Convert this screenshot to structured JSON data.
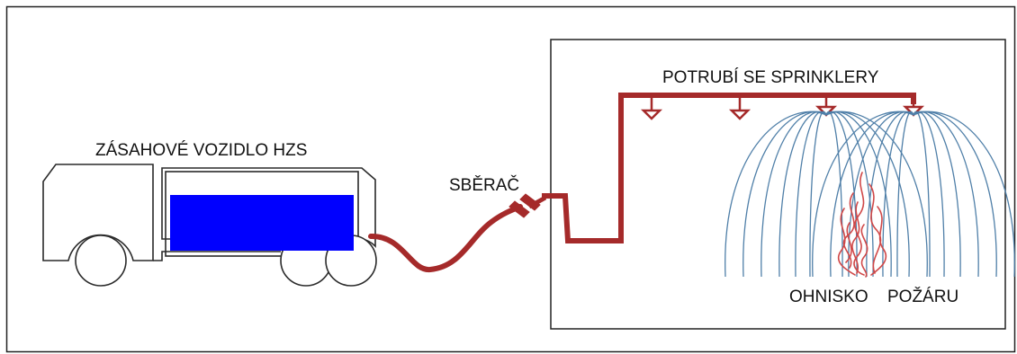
{
  "labels": {
    "vehicle": "ZÁSAHOVÉ VOZIDLO HZS",
    "collector": "SBĚRAČ",
    "pipe": "POTRUBÍ SE SPRINKLERY",
    "fire_word1": "OHNISKO",
    "fire_word2": "POŽÁRU"
  },
  "colors": {
    "pipe": "#a52a2a",
    "water_tank": "#0000ff",
    "spray": "#4f7fa8",
    "fire": "#d04848",
    "outline": "#2a2a2a"
  },
  "sprinklers": {
    "active": 2,
    "inactive": 2
  }
}
